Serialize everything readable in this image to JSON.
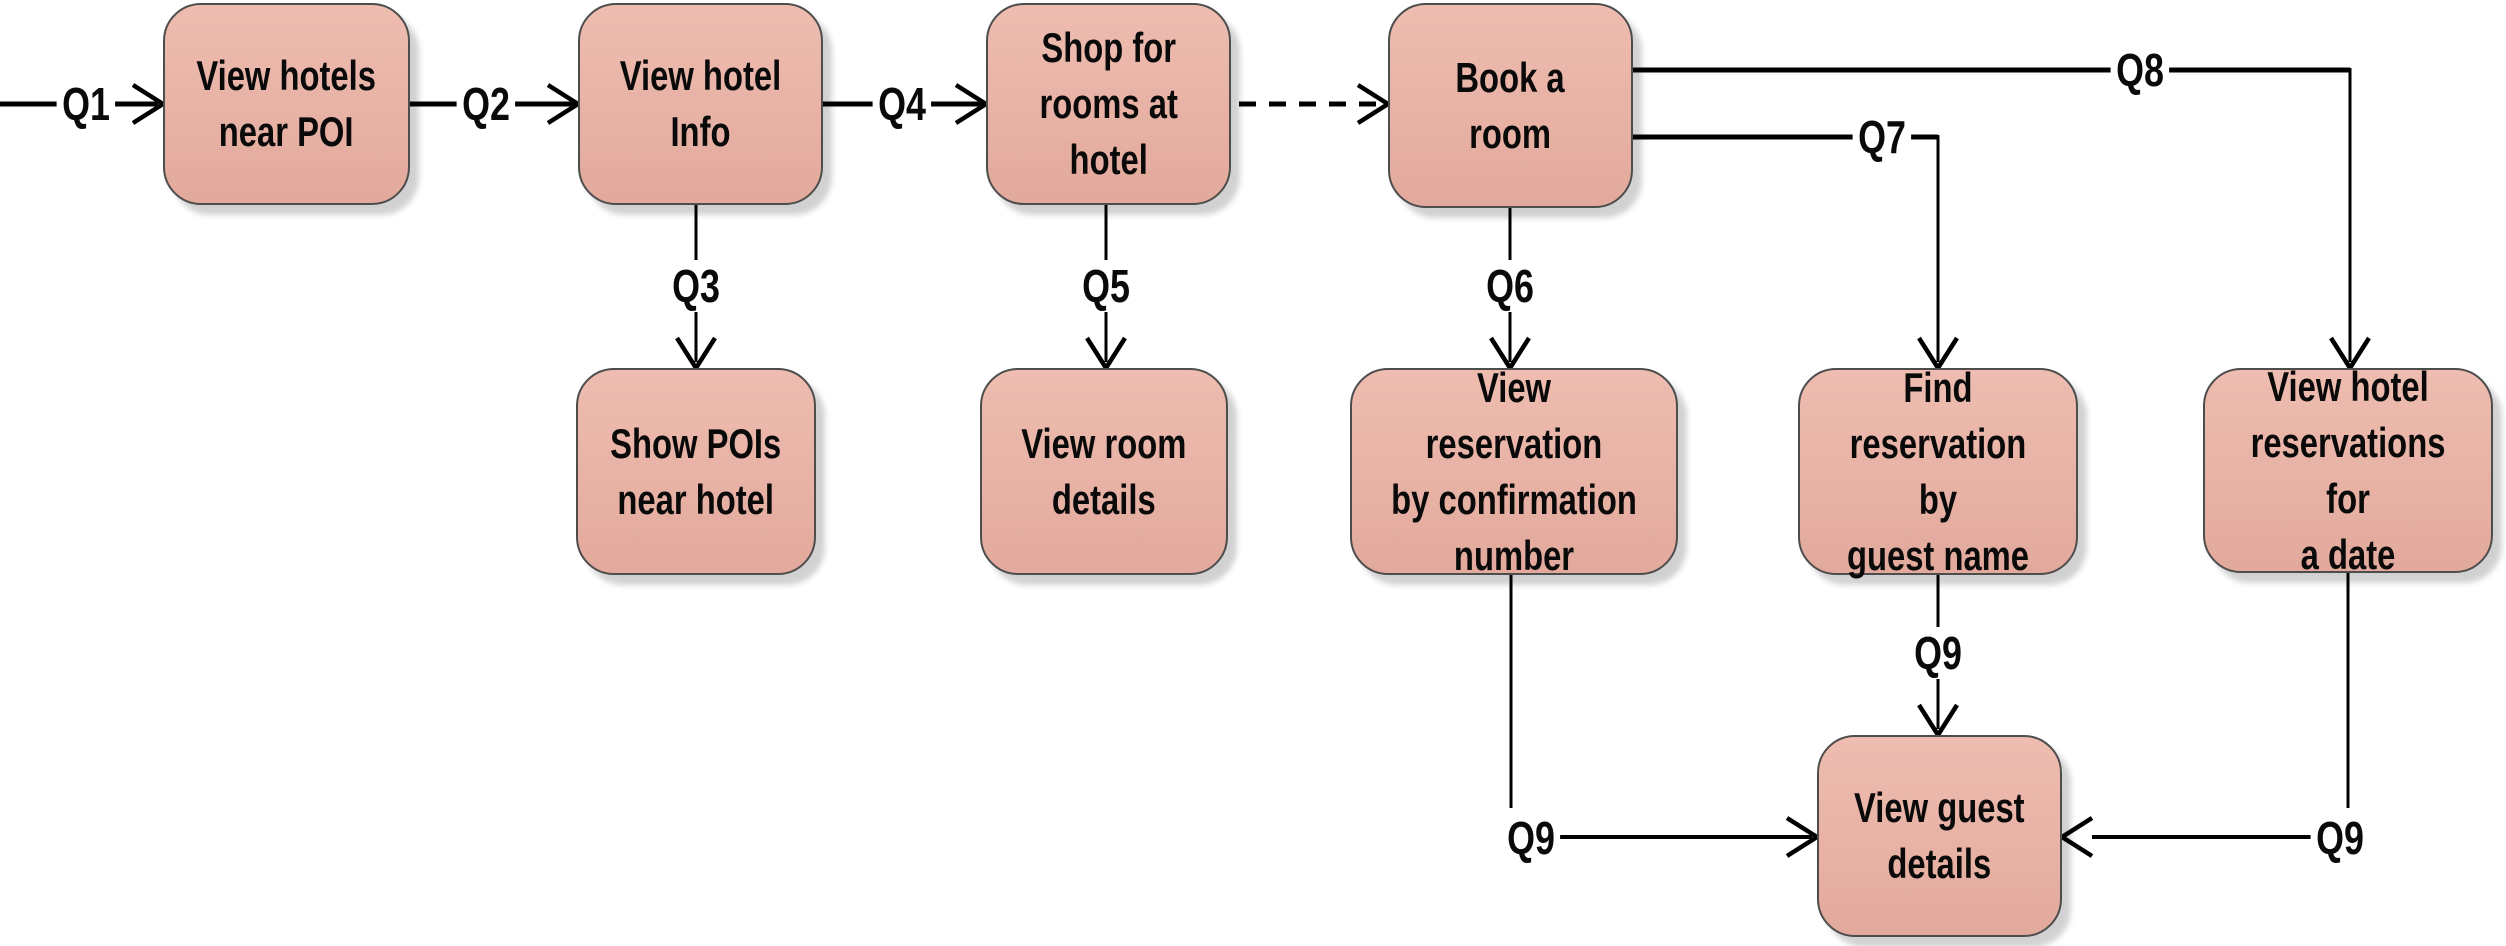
{
  "diagram_title": "Hotel shopping and booking task flow",
  "colors": {
    "node_fill_top": "#eebdb0",
    "node_fill_bottom": "#e2a99c",
    "node_border": "#4d4d4d",
    "line_color": "#000000",
    "text_color": "#0a0a0a",
    "background": "#ffffff"
  },
  "nodes": {
    "view_hotels_near_poi": "View hotels\nnear POI",
    "view_hotel_info": "View hotel\nInfo",
    "shop_for_rooms": "Shop for\nrooms at\nhotel",
    "book_a_room": "Book a\nroom",
    "show_pois_near_hotel": "Show POIs\nnear hotel",
    "view_room_details": "View room\ndetails",
    "view_reservation_by_confirmation": "View reservation\nby confirmation\nnumber",
    "find_reservation_by_guest": "Find\nreservation by\nguest name",
    "view_hotel_reservations_for_date": "View hotel\nreservations for\na date",
    "view_guest_details": "View guest\ndetails"
  },
  "edges": {
    "q1": "Q1",
    "q2": "Q2",
    "q3": "Q3",
    "q4": "Q4",
    "q5": "Q5",
    "q6": "Q6",
    "q7": "Q7",
    "q8": "Q8",
    "q9_from_find": "Q9",
    "q9_from_confirmation": "Q9",
    "q9_from_date": "Q9"
  }
}
